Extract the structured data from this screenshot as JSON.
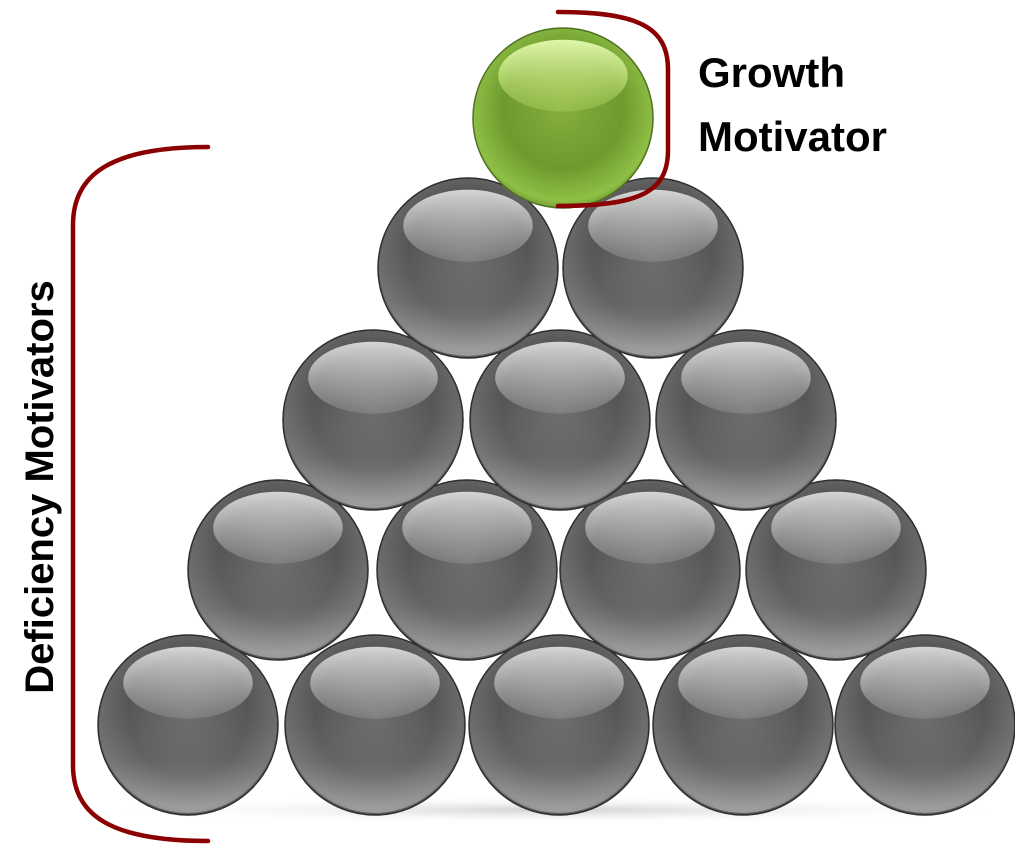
{
  "labels": {
    "growth_line1": "Growth",
    "growth_line2": "Motivator",
    "deficiency": "Deficiency Motivators"
  },
  "colors": {
    "bracket": "#8b0000",
    "ball_gray": "#6e6e6e",
    "ball_green": "#7aa83a",
    "text": "#000000"
  },
  "pyramid": {
    "top_ball": "green",
    "rows": [
      {
        "row": "top",
        "count": 1,
        "color": "green"
      },
      {
        "row": 2,
        "count": 2,
        "color": "gray"
      },
      {
        "row": 3,
        "count": 3,
        "color": "gray"
      },
      {
        "row": 4,
        "count": 4,
        "color": "gray"
      },
      {
        "row": "base",
        "count": 5,
        "color": "gray"
      }
    ]
  }
}
